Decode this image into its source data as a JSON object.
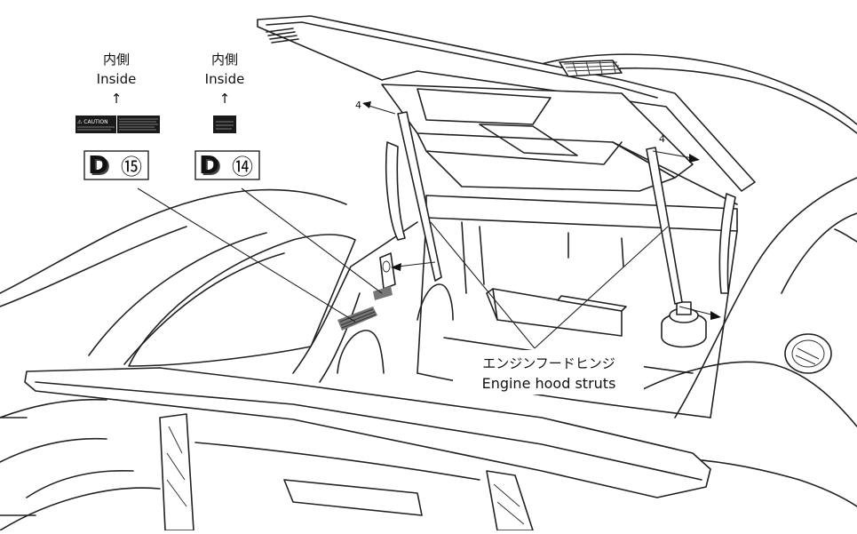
{
  "labels": {
    "left": {
      "jp": "内側",
      "en": "Inside",
      "arrow": "↑",
      "sticker_text": "⚠ CAUTION",
      "part_letter": "D",
      "part_number": "⑮"
    },
    "right": {
      "jp": "内側",
      "en": "Inside",
      "arrow": "↑",
      "part_letter": "D",
      "part_number": "⑭"
    }
  },
  "callout": {
    "jp": "エンジンフードヒンジ",
    "en": "Engine hood struts"
  },
  "markers": {
    "left_hinge_number": "4",
    "right_hinge_number": "4"
  }
}
